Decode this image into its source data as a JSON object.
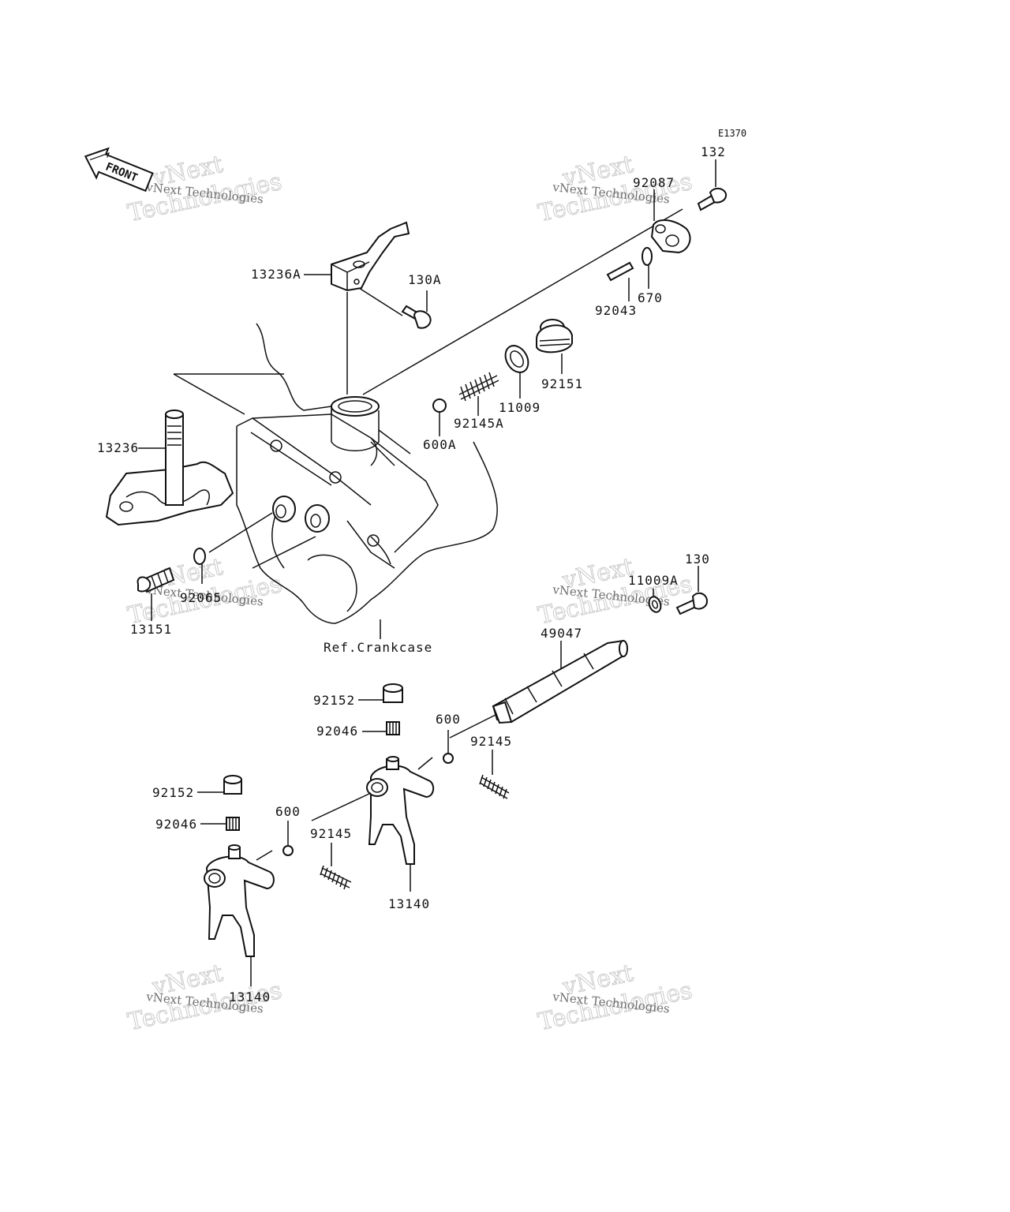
{
  "diagram": {
    "code": "E1370",
    "front_label": "FRONT",
    "reference": "Ref.Crankcase",
    "watermark_line1": "vNext",
    "watermark_line2": "Technologies",
    "watermark_small": "vNext Technologies"
  },
  "parts": [
    {
      "id": "p-132",
      "label": "132"
    },
    {
      "id": "p-92087",
      "label": "92087"
    },
    {
      "id": "p-13236A",
      "label": "13236A"
    },
    {
      "id": "p-130A",
      "label": "130A"
    },
    {
      "id": "p-92043",
      "label": "92043"
    },
    {
      "id": "p-670",
      "label": "670"
    },
    {
      "id": "p-92151",
      "label": "92151"
    },
    {
      "id": "p-11009",
      "label": "11009"
    },
    {
      "id": "p-92145A",
      "label": "92145A"
    },
    {
      "id": "p-600A",
      "label": "600A"
    },
    {
      "id": "p-13236",
      "label": "13236"
    },
    {
      "id": "p-92065",
      "label": "92065"
    },
    {
      "id": "p-13151",
      "label": "13151"
    },
    {
      "id": "p-130",
      "label": "130"
    },
    {
      "id": "p-11009A",
      "label": "11009A"
    },
    {
      "id": "p-49047",
      "label": "49047"
    },
    {
      "id": "p-92152a",
      "label": "92152"
    },
    {
      "id": "p-92046a",
      "label": "92046"
    },
    {
      "id": "p-600a",
      "label": "600"
    },
    {
      "id": "p-92145a",
      "label": "92145"
    },
    {
      "id": "p-92152b",
      "label": "92152"
    },
    {
      "id": "p-92046b",
      "label": "92046"
    },
    {
      "id": "p-600b",
      "label": "600"
    },
    {
      "id": "p-92145b",
      "label": "92145"
    },
    {
      "id": "p-13140a",
      "label": "13140"
    },
    {
      "id": "p-13140b",
      "label": "13140"
    }
  ]
}
